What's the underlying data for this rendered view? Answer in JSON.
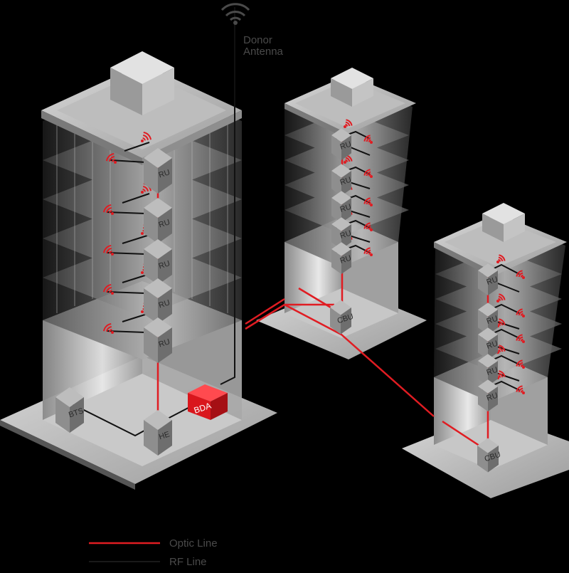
{
  "antenna": {
    "label_line1": "Donor",
    "label_line2": "Antenna"
  },
  "units": {
    "ru": "RU",
    "cbu": "CBU",
    "he": "HE",
    "bts": "BTS",
    "bda": "BDA"
  },
  "legend": {
    "optic": "Optic Line",
    "rf": "RF Line"
  },
  "colors": {
    "optic": "#e01c22",
    "rf": "#111111",
    "bda": "#d9161c",
    "background": "#000000"
  },
  "icons": [
    "wifi-signal-icon",
    "antenna-icon"
  ]
}
